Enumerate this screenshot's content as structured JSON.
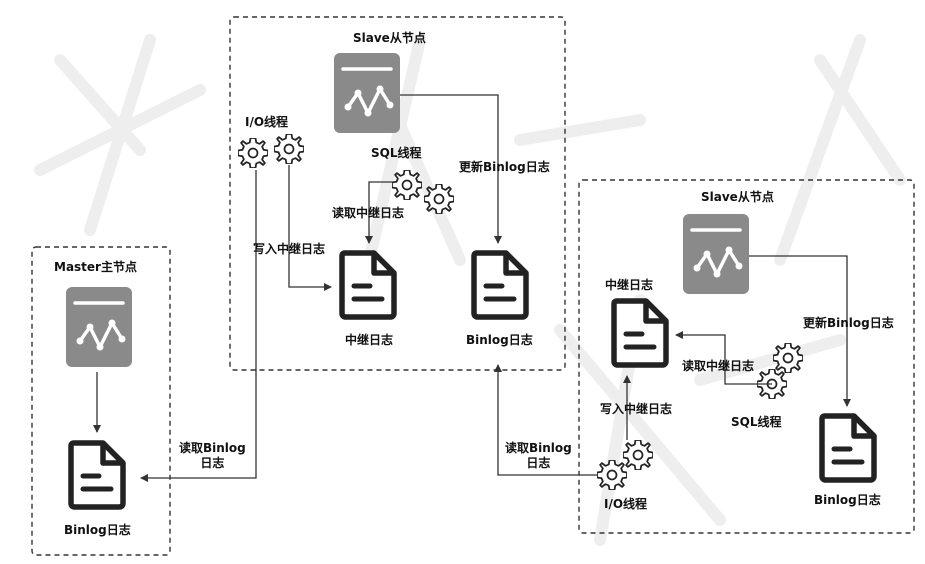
{
  "master": {
    "title": "Master主节点",
    "binlog_label": "Binlog日志"
  },
  "edges": {
    "read_binlog_to_master": "读取Binlog\n日志",
    "read_binlog_to_slave1": "读取Binlog\n日志"
  },
  "slave1": {
    "title": "Slave从节点",
    "io_thread": "I/O线程",
    "sql_thread": "SQL线程",
    "update_binlog": "更新Binlog日志",
    "read_relay": "读取中继日志",
    "write_relay": "写入中继日志",
    "relay_log": "中继日志",
    "binlog_log": "Binlog日志"
  },
  "slave2": {
    "title": "Slave从节点",
    "relay_log": "中继日志",
    "update_binlog": "更新Binlog日志",
    "read_relay": "读取中继日志",
    "write_relay": "写入中继日志",
    "sql_thread": "SQL线程",
    "io_thread": "I/O线程",
    "binlog_log": "Binlog日志"
  },
  "colors": {
    "db_fill": "#8a8a8a",
    "doc_stroke": "#222222",
    "line": "#333333",
    "dashed": "#333333"
  }
}
